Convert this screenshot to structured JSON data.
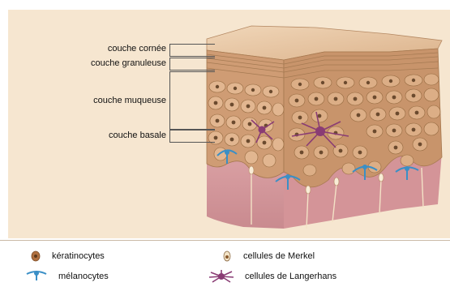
{
  "layers": [
    {
      "label": "couche cornée"
    },
    {
      "label": "couche granuleuse"
    },
    {
      "label": "couche muqueuse"
    },
    {
      "label": "couche basale"
    }
  ],
  "legend": {
    "keratinocytes": "kératinocytes",
    "melanocytes": "mélanocytes",
    "merkel": "cellules de Merkel",
    "langerhans": "cellules de Langerhans"
  },
  "colors": {
    "background": "#f6e6d0",
    "skin": "#cfa07a",
    "cornified": "#e6c39d",
    "dermis": "#d8a0a4",
    "melanocyte": "#3a8fc6",
    "langerhans": "#8a3c74",
    "keratinocyte_nucleus": "#6b4a2e"
  },
  "icons": {
    "keratinocytes": "keratinocyte-icon",
    "melanocytes": "melanocyte-icon",
    "merkel": "merkel-cell-icon",
    "langerhans": "langerhans-cell-icon"
  }
}
